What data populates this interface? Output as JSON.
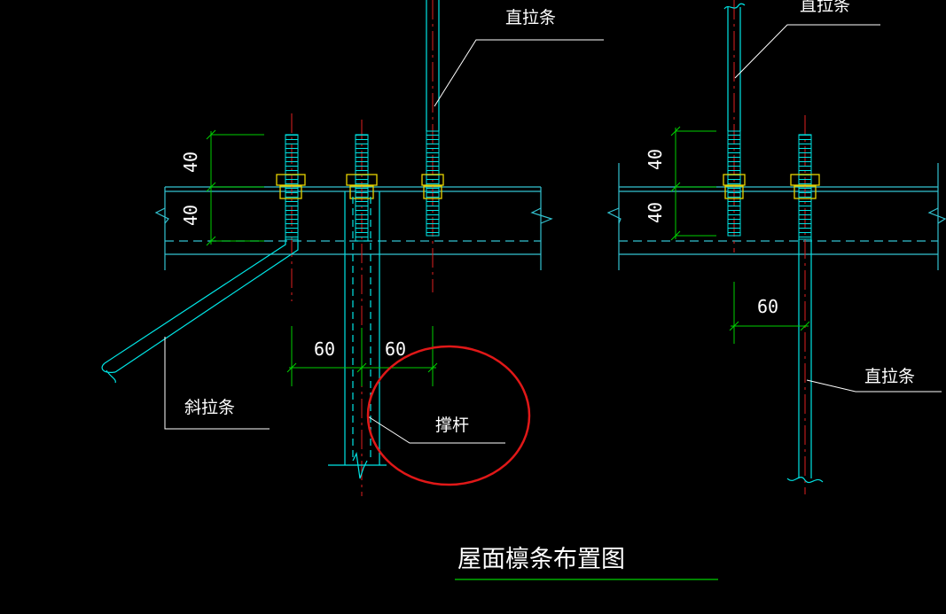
{
  "drawing": {
    "title": "屋面檩条布置图",
    "labels": {
      "straight_tie_top_left": "直拉条",
      "straight_tie_top_right": "直拉条",
      "straight_tie_right": "直拉条",
      "diagonal_tie": "斜拉条",
      "strut": "撑杆"
    },
    "dimensions": {
      "left_upper": "40",
      "left_lower": "40",
      "right_upper": "40",
      "right_lower": "40",
      "strut_left": "60",
      "strut_right": "60",
      "right_offset": "60"
    }
  },
  "colors": {
    "background": "#000000",
    "rod": "#00e5e5",
    "purlin": "#33c3d1",
    "centerline": "#e02020",
    "dimension": "#00d000",
    "nut": "#e8d400",
    "leader": "#ffffff",
    "highlight_circle": "#e01818"
  }
}
